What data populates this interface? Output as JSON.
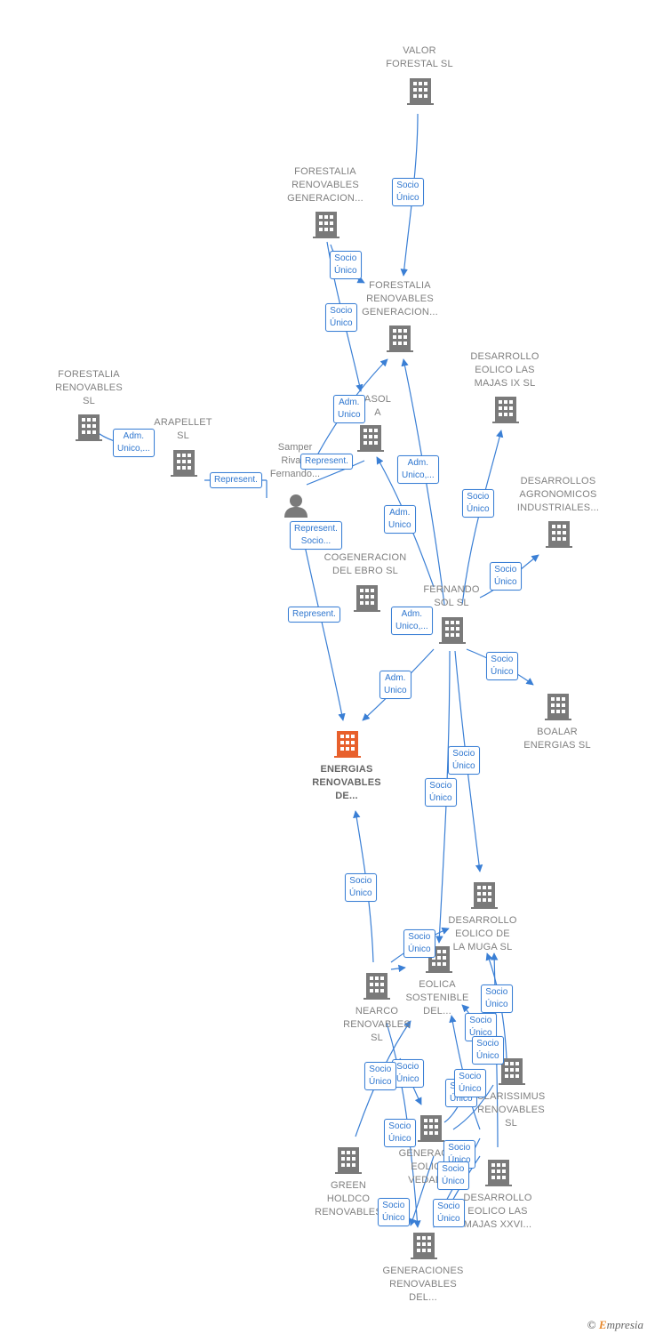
{
  "colors": {
    "edge": "#3a7fd5",
    "building": "#7a7a7a",
    "main_building": "#e8602c"
  },
  "nodes": [
    {
      "id": "valor",
      "label": "VALOR\nFORESTAL SL",
      "icon": "building-icon"
    },
    {
      "id": "forgen1",
      "label": "FORESTALIA\nRENOVABLES\nGENERACION...",
      "icon": "building-icon"
    },
    {
      "id": "forgen2",
      "label": "FORESTALIA\nRENOVABLES\nGENERACION...",
      "icon": "building-icon"
    },
    {
      "id": "forren",
      "label": "FORESTALIA\nRENOVABLES\nSL",
      "icon": "building-icon"
    },
    {
      "id": "arapellet",
      "label": "ARAPELLET\nSL",
      "icon": "building-icon"
    },
    {
      "id": "asol",
      "label": "ASOL\nA",
      "icon": "building-icon"
    },
    {
      "id": "majas9",
      "label": "DESARROLLO\nEOLICO LAS\nMAJAS IX  SL",
      "icon": "building-icon"
    },
    {
      "id": "agro",
      "label": "DESARROLLOS\nAGRONOMICOS\nINDUSTRIALES...",
      "icon": "building-icon"
    },
    {
      "id": "cogen",
      "label": "COGENERACION\nDEL EBRO  SL",
      "icon": "building-icon"
    },
    {
      "id": "fernando",
      "label": "FERNANDO\nSOL SL",
      "icon": "building-icon"
    },
    {
      "id": "boalar",
      "label": "BOALAR\nENERGIAS  SL",
      "icon": "building-icon"
    },
    {
      "id": "energias",
      "label": "ENERGIAS\nRENOVABLES\nDE...",
      "icon": "building-icon",
      "main": true
    },
    {
      "id": "muga",
      "label": "DESARROLLO\nEOLICO DE\nLA MUGA SL",
      "icon": "building-icon"
    },
    {
      "id": "nearco",
      "label": "NEARCO\nRENOVABLES\nSL",
      "icon": "building-icon"
    },
    {
      "id": "eolsost",
      "label": "EOLICA\nSOSTENIBLE\nDEL...",
      "icon": "building-icon"
    },
    {
      "id": "clarissimus",
      "label": "CLARISSIMUS\nRENOVABLES\nSL",
      "icon": "building-icon"
    },
    {
      "id": "genvedado",
      "label": "GENERACI...\nEOLICA\nVEDADO",
      "icon": "building-icon"
    },
    {
      "id": "green",
      "label": "GREEN\nHOLDCO\nRENOVABLES",
      "icon": "building-icon"
    },
    {
      "id": "majasxx",
      "label": "DESARROLLO\nEOLICO LAS\nMAJAS XXVI...",
      "icon": "building-icon"
    },
    {
      "id": "genren",
      "label": "GENERACIONES\nRENOVABLES\nDEL...",
      "icon": "building-icon"
    }
  ],
  "person": {
    "label": "Samper\nRiva...\nFernando...",
    "icon": "person-icon"
  },
  "edge_labels": [
    "Socio\nÚnico",
    "Socio\nÚnico",
    "Socio\nÚnico",
    "Adm.\nUnico",
    "Adm.\nUnico,...",
    "Represent.",
    "Represent.",
    "Adm.\nUnico,...",
    "Adm.\nUnico",
    "Socio\nÚnico",
    "Socio\nÚnico",
    "Represent.\nSocio...",
    "Represent.",
    "Adm.\nUnico,...",
    "Adm.\nUnico",
    "Socio\nÚnico",
    "Socio\nÚnico",
    "Socio\nÚnico",
    "Socio\nÚnico",
    "Socio\nÚnico",
    "Socio\nÚnico",
    "Socio\nÚnico",
    "Socio\nÚnico",
    "Socio\nÚnico",
    "Socio\nÚnico",
    "Socio\nÚnico",
    "Socio\nÚnico",
    "Socio\nÚnico",
    "Socio\nÚnico",
    "Socio\nÚnico",
    "Socio\nÚnico",
    "Socio\nÚnico"
  ],
  "brand": {
    "copyright": "©",
    "e": "E",
    "rest": "mpresia"
  }
}
